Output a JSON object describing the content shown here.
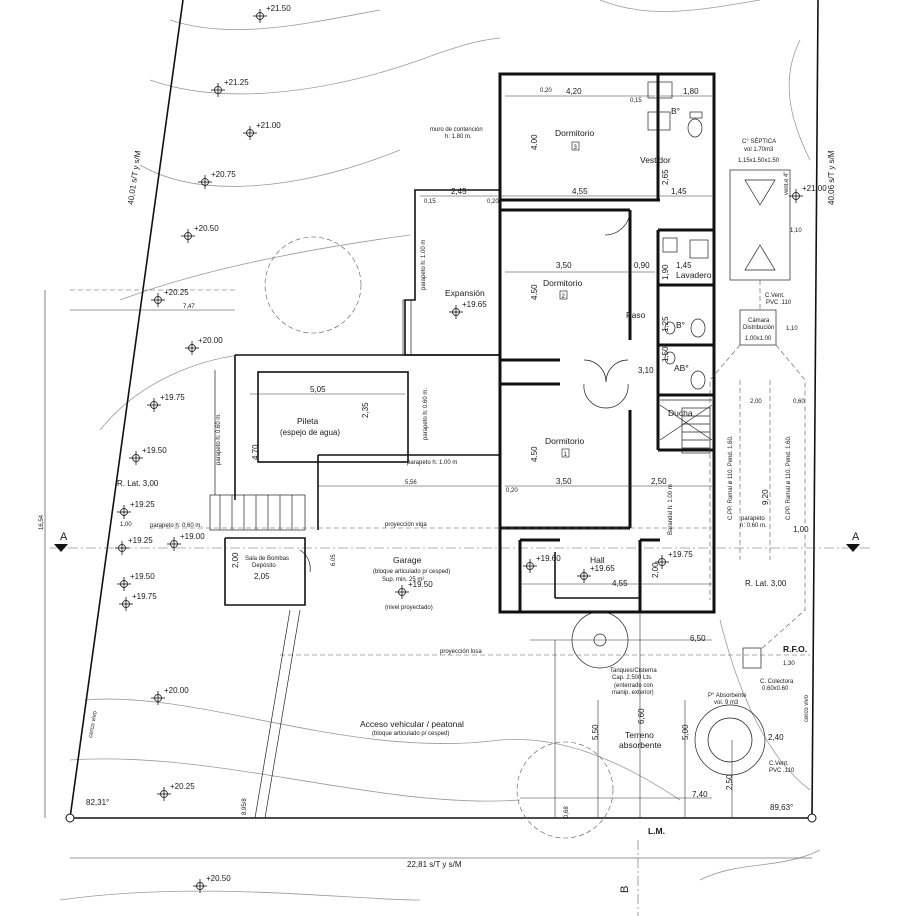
{
  "rooms": {
    "dormitorio": "Dormitorio",
    "dorm_tag_3": "3",
    "dorm_tag_2": "2",
    "dorm_tag_1": "1",
    "vestidor": "Vestidor",
    "expansion": "Expansión",
    "paso": "Paso",
    "lavadero": "Lavadero",
    "b_upper": "B°",
    "b_lower": "B°",
    "ab": "AB°",
    "ducha": "Ducha",
    "pileta": "Pileta",
    "pileta_sub": "(espejo de agua)",
    "garage": "Garage",
    "garage_sub1": "(bloque articulado p/ cesped)",
    "garage_sub2": "Sup. min. 25 m²",
    "garage_sub3": "(nivel proyectado)",
    "hall": "Hall",
    "sala_bombas": "Sala de Bombas",
    "deposito": "Depósito",
    "acceso": "Acceso vehicular / peatonal",
    "acceso_sub": "(bloque articulado p/ cesped)",
    "terreno": "Terreno",
    "absorbente": "absorbente"
  },
  "notes": {
    "muro": "muro de contención",
    "muro_h": "h: 1.80 m.",
    "camara_sep": "C° SÉPTICA",
    "camara_vol": "vol 1.70m3",
    "camara_dim": "1.15x1.50x1.50",
    "vent4": "vent.e 4\"",
    "c_vent_1": "C.Vent.",
    "pvc_1": "PVC .110",
    "camara_dist": "Cámara",
    "camara_dist2": "Distribución",
    "camara_dist3": "1.00x1.00",
    "ramal_1": "C.PP. Ramal ø 110. Pend. 1.60.",
    "ramal_2": "C.PP. Ramal ø 110. Pend. 1.60.",
    "parapeto_1": "parapeto h: 1.00 m",
    "parapeto_2": "parapeto h: 0.60 m.",
    "parapeto_3": "parapeto h: 1.00 m",
    "parapeto_4": "parapeto h: 0.60 m.",
    "parapeto_5": "parapeto h: 0.60 m.",
    "parapeto_6": "parapeto",
    "parapeto_6b": "h: 0.60 m.",
    "barandal": "Barandal h: 1.00 m",
    "proy_viga": "proyección viga",
    "proy_losa": "proyección losa",
    "rfo": "R.F.O.",
    "c_colectora": "C. Colectora",
    "c_colectora_dim": "0.60x0.60",
    "tanque_1": "Tanques/Cisterna",
    "tanque_2": "Cap. 2.500 Lts.",
    "tanque_3": "(enterrado con",
    "tanque_4": "manip. exterior)",
    "pozo_1": "P° Absorbente",
    "pozo_2": "vol. 9 m3",
    "c_vent_2": "C.Vent.",
    "pvc_2": "PVC .110",
    "cerco_1": "cerco vivo",
    "cerco_2": "cerco vivo",
    "lm": "L.M.",
    "section_a": "A",
    "section_b": "B",
    "r_lat_1": "R. Lat. 3,00",
    "r_lat_2": "R. Lat. 3,00"
  },
  "levels": [
    "+21.50",
    "+21.25",
    "+21.00",
    "+20.75",
    "+20.50",
    "+20.25",
    "+20.00",
    "+19.75",
    "+19.50",
    "+19.25",
    "+19.25",
    "+19.00",
    "+19.50",
    "+19.75",
    "+20.00",
    "+20.25",
    "+20.50",
    "+21.00",
    "+19.65",
    "+19.60",
    "+19.65",
    "+19.75",
    "+19.50"
  ],
  "dims": {
    "d420": "4,20",
    "d180": "1,80",
    "d400": "4.00",
    "d245": "2,45",
    "d455": "4,55",
    "d265": "2,65",
    "d145a": "1,45",
    "d145b": "1,45",
    "d350a": "3,50",
    "d450a": "4.50",
    "d090": "0,90",
    "d190": "1,90",
    "d125": "1,25",
    "d150": "1,50",
    "d310": "3,10",
    "d505": "5,05",
    "d235": "2,35",
    "d470": "4,70",
    "d450b": "4.50",
    "d350b": "3,50",
    "d250": "2,50",
    "d556": "5,56",
    "d605": "6.05",
    "d200a": "2,00",
    "d205": "2,05",
    "d200b": "2,00",
    "d455b": "4,55",
    "d650": "6,50",
    "d550": "5,50",
    "d660": "6,60",
    "d500": "5,00",
    "d250b": "2,50",
    "d240": "2,40",
    "d740": "7,40",
    "d130": "1,30",
    "d110a": "1,10",
    "d110b": "1,10",
    "d200c": "2,00",
    "d060": "0,60",
    "d100": "1,00",
    "d920": "9,20",
    "d747": "7,47",
    "d100b": "1,00",
    "d1654": "16,54",
    "d8958": "8.95/8",
    "d068": "0,68",
    "w15a": "0,15",
    "w15b": "0,15",
    "w20a": "0,20",
    "w20b": "0,20",
    "w20c": "0,20"
  },
  "boundary": {
    "left": "40,01 s/T y s/M",
    "right": "40,06 s/T y s/M",
    "bottom": "22,81 s/T y s/M",
    "angle_l": "82,31°",
    "angle_r": "89,63°"
  }
}
